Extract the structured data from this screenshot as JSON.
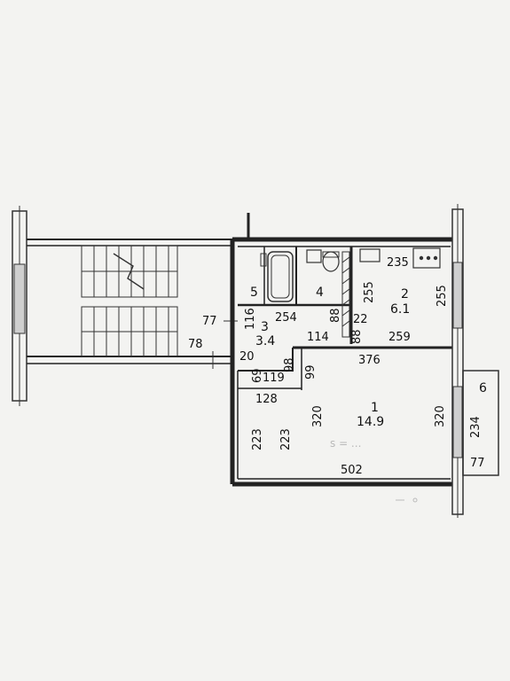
{
  "rooms": {
    "r1": {
      "number": "1",
      "area": "14.9"
    },
    "r2": {
      "number": "2",
      "area": "6.1"
    },
    "r3": {
      "number": "3",
      "area": "3.4"
    },
    "r4": {
      "number": "4"
    },
    "r5": {
      "number": "5"
    },
    "r6": {
      "number": "6"
    }
  },
  "dimensions": {
    "d235": "235",
    "d255a": "255",
    "d255b": "255",
    "d254": "254",
    "d88a": "88",
    "d22": "22",
    "d88b": "88",
    "d114": "114",
    "d259": "259",
    "d376": "376",
    "d116": "116",
    "d20": "20",
    "d98": "98",
    "d69": "69",
    "d119": "119",
    "d99": "99",
    "d128": "128",
    "d320a": "320",
    "d320b": "320",
    "d223a": "223",
    "d223b": "223",
    "d502": "502",
    "d234": "234",
    "d77a": "77",
    "d77b": "77",
    "d78": "78"
  },
  "annotations": {
    "faint_formula": "s = ..."
  }
}
